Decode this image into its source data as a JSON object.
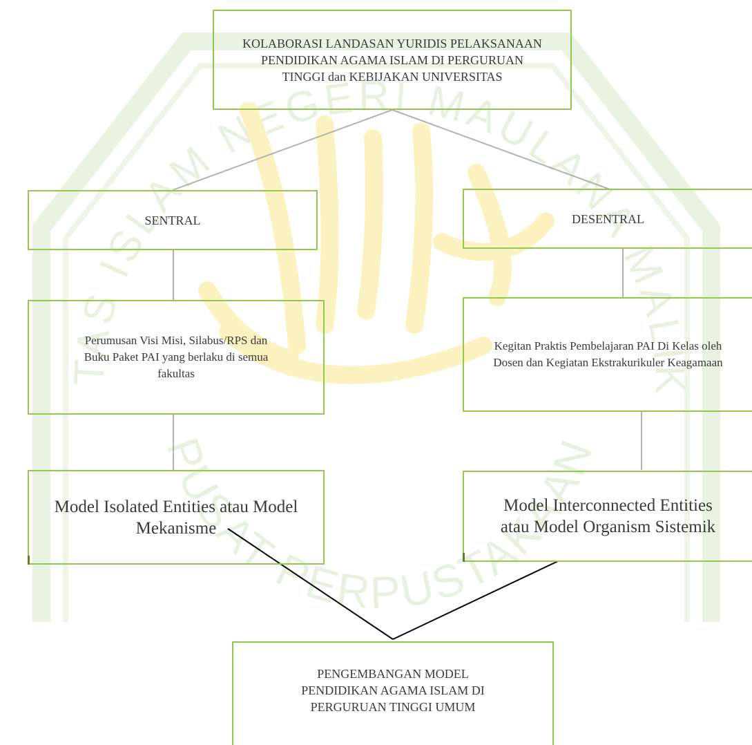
{
  "diagram": {
    "top": "KOLABORASI LANDASAN YURIDIS PELAKSANAAN PENDIDIKAN AGAMA ISLAM DI PERGURUAN TINGGI dan KEBIJAKAN UNIVERSITAS",
    "left_branch": {
      "title": "SENTRAL",
      "detail": "Perumusan Visi Misi, Silabus/RPS dan Buku Paket PAI yang berlaku di semua fakultas",
      "model": "Model Isolated Entities atau Model Mekanisme"
    },
    "right_branch": {
      "title": "DESENTRAL",
      "detail": "Kegitan Praktis Pembelajaran PAI Di Kelas oleh Dosen dan Kegiatan Ekstrakurikuler Keagamaan",
      "model": "Model Interconnected Entities atau Model Organism Sistemik"
    },
    "bottom": "PENGEMBANGAN MODEL PENDIDIKAN AGAMA ISLAM DI PERGURUAN TINGGI UMUM"
  },
  "watermark": {
    "text_top": "UNIVERSITAS ISLAM NEGERI MAULANA MALIK IBRAHIM",
    "text_bottom": "PUSAT PERPUSTAKAAN",
    "color": "#e8f1e0",
    "calligraphy_color": "#fbf2c0"
  },
  "colors": {
    "box_border": "#92c84d",
    "line_gray": "#b0b3ae",
    "line_black": "#000000"
  }
}
